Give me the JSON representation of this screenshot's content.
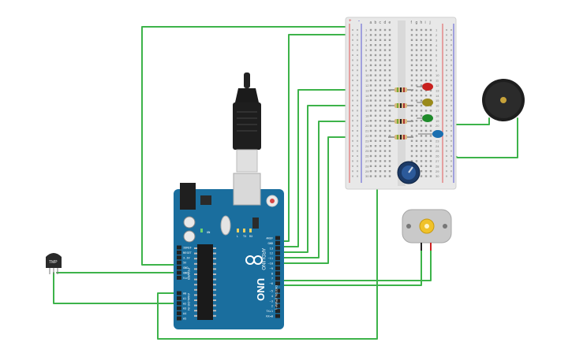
{
  "breadboard": {
    "rail_plus": "+",
    "rail_minus": "-",
    "columns_left": [
      "a",
      "b",
      "c",
      "d",
      "e"
    ],
    "columns_right": [
      "f",
      "g",
      "h",
      "i",
      "j"
    ],
    "rows": [
      "1",
      "2",
      "3",
      "4",
      "5",
      "6",
      "7",
      "8",
      "9",
      "10",
      "11",
      "12",
      "13",
      "14",
      "15",
      "16",
      "17",
      "18",
      "19",
      "20",
      "21",
      "22",
      "23",
      "24",
      "25",
      "26",
      "27",
      "28",
      "29",
      "30"
    ]
  },
  "arduino": {
    "brand": "ARDUINO",
    "model": "UNO",
    "digital_header_label": "DIGITAL (PWM~)",
    "analog_header_label": "ANALOG IN",
    "power_header_label": "POWER",
    "digital_pins": [
      "AREF",
      "GND",
      "13",
      "12",
      "~11",
      "~10",
      "~9",
      "8",
      "7",
      "~6",
      "~5",
      "4",
      "~3",
      "2",
      "TX▸1",
      "RX◂0"
    ],
    "power_pins": [
      "IOREF",
      "RESET",
      "3.3V",
      "5V",
      "GND",
      "GND",
      "Vin"
    ],
    "analog_pins": [
      "A0",
      "A1",
      "A2",
      "A3",
      "A4",
      "A5"
    ],
    "led_labels": [
      "L",
      "TX",
      "RX"
    ],
    "on_label": "ON"
  },
  "sensor": {
    "label": "TMP"
  },
  "leds": [
    {
      "name": "red",
      "color": "#c8201e"
    },
    {
      "name": "yellow",
      "color": "#9a8a1a"
    },
    {
      "name": "green",
      "color": "#1e8a2a"
    },
    {
      "name": "blue",
      "color": "#1a6fb0"
    }
  ],
  "colors": {
    "wire": "#3db34a",
    "board": "#1a6e9e",
    "breadboard": "#e8e8e8"
  }
}
